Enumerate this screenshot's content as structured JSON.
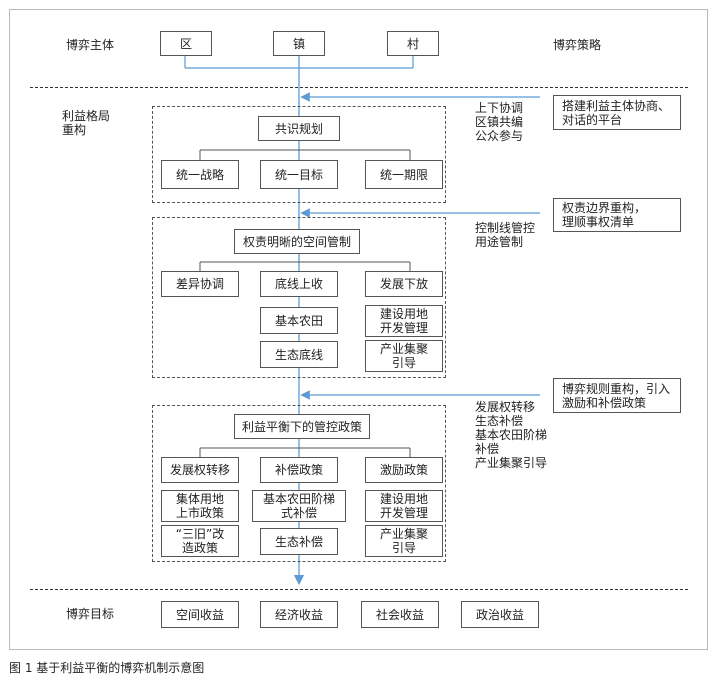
{
  "header": {
    "subject_label": "博弈主体",
    "subjects": [
      "区",
      "镇",
      "村"
    ],
    "strategy_label": "博弈策略"
  },
  "stage1": {
    "side_label": "利益格局\n重构",
    "title": "共识规划",
    "items": [
      "统一战略",
      "统一目标",
      "统一期限"
    ],
    "strategy_text": "上下协调\n区镇共编\n公众参与",
    "callout": "搭建利益主体协商、\n对话的平台"
  },
  "stage2": {
    "title": "权责明晰的空间管制",
    "col1": [
      "差异协调"
    ],
    "col2": [
      "底线上收",
      "基本农田",
      "生态底线"
    ],
    "col3": [
      "发展下放",
      "建设用地\n开发管理",
      "产业集聚\n引导"
    ],
    "strategy_text": "控制线管控\n用途管制",
    "callout": "权责边界重构，\n理顺事权清单"
  },
  "stage3": {
    "title": "利益平衡下的管控政策",
    "col1": [
      "发展权转移",
      "集体用地\n上市政策",
      "“三旧”改\n造政策"
    ],
    "col2": [
      "补偿政策",
      "基本农田阶梯\n式补偿",
      "生态补偿"
    ],
    "col3": [
      "激励政策",
      "建设用地\n开发管理",
      "产业集聚\n引导"
    ],
    "strategy_text": "发展权转移\n生态补偿\n基本农田阶梯\n补偿\n产业集聚引导",
    "callout": "博弈规则重构，引入\n激励和补偿政策"
  },
  "footer": {
    "goal_label": "博弈目标",
    "goals": [
      "空间收益",
      "经济收益",
      "社会收益",
      "政治收益"
    ]
  },
  "caption": "图 1  基于利益平衡的博弈机制示意图",
  "colors": {
    "arrow": "#5b9bd5",
    "line": "#555555"
  }
}
